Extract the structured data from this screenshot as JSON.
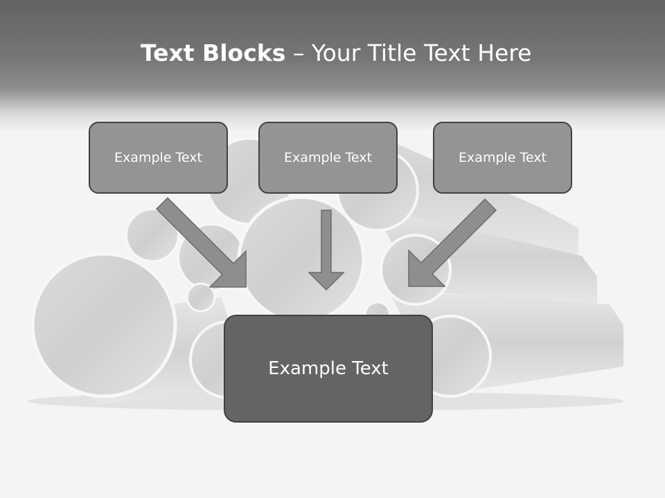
{
  "title": {
    "bold": "Text Blocks",
    "separator": " – ",
    "rest": "Your Title Text Here"
  },
  "blocks": {
    "top_left": "Example Text",
    "top_center": "Example Text",
    "top_right": "Example Text",
    "bottom": "Example Text"
  },
  "colors": {
    "header_dark": "#636363",
    "box_fill": "#949494",
    "main_box_fill": "#646464",
    "box_border": "#404040",
    "arrow_fill": "#8e8e8e"
  }
}
